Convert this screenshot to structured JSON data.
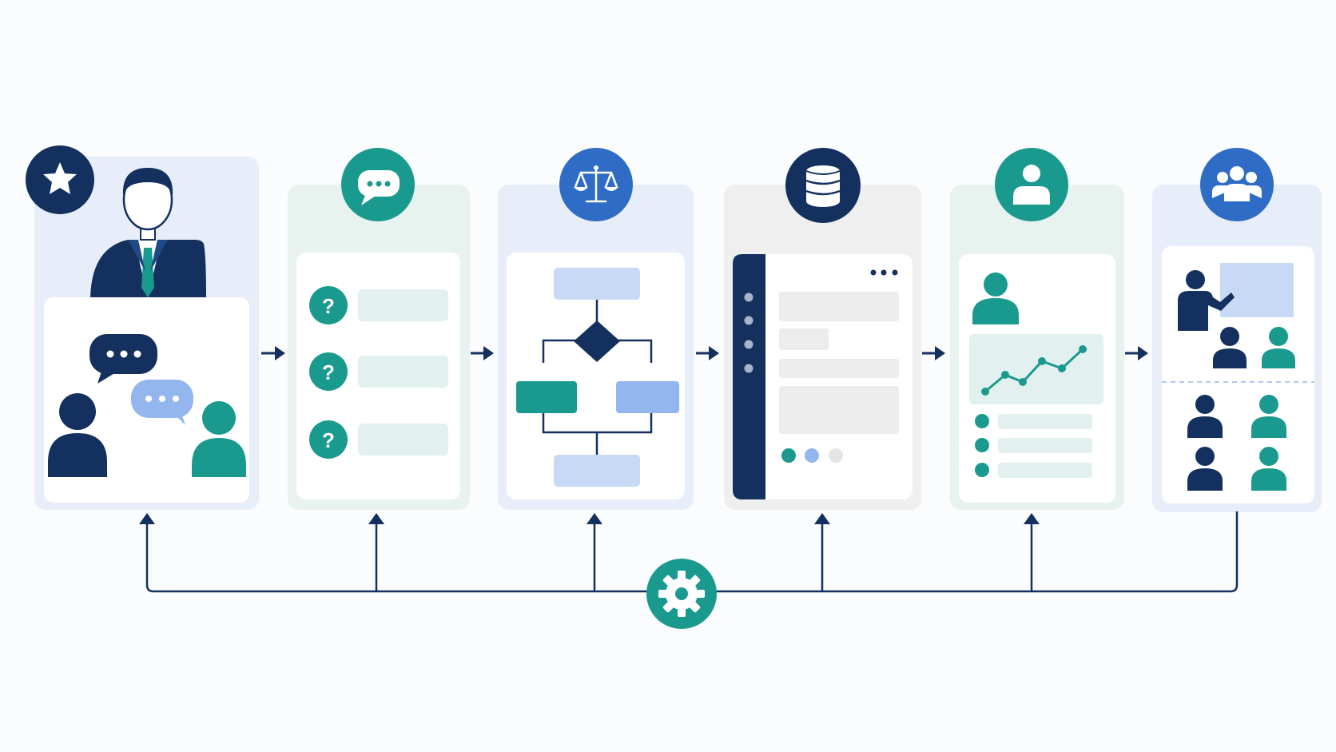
{
  "colors": {
    "navy": "#13305e",
    "teal": "#1a9a8f",
    "royal_blue": "#2f6cc6",
    "light_blue": "#c8d9f6",
    "mid_blue": "#94b6ee",
    "light_teal": "#e2f1ef",
    "light_gray": "#ececec",
    "background": "#fbfcfd"
  },
  "stages": [
    {
      "id": "stage-1",
      "badge_icon": "star-icon",
      "badge_color": "navy",
      "panel_tint": "#e7eef9",
      "content": "expert-conversation"
    },
    {
      "id": "stage-2",
      "badge_icon": "chat-bubble-icon",
      "badge_color": "teal",
      "panel_tint": "#e8f3f0",
      "content": "question-list"
    },
    {
      "id": "stage-3",
      "badge_icon": "scales-icon",
      "badge_color": "royal_blue",
      "panel_tint": "#e7eef9",
      "content": "decision-flowchart"
    },
    {
      "id": "stage-4",
      "badge_icon": "database-icon",
      "badge_color": "navy",
      "panel_tint": "#efefef",
      "content": "app-window"
    },
    {
      "id": "stage-5",
      "badge_icon": "user-icon",
      "badge_color": "teal",
      "panel_tint": "#e8f3f0",
      "content": "user-analytics"
    },
    {
      "id": "stage-6",
      "badge_icon": "group-icon",
      "badge_color": "royal_blue",
      "panel_tint": "#e7eef9",
      "content": "team-presentation"
    }
  ],
  "hub": {
    "icon": "gear-icon",
    "color": "teal"
  }
}
